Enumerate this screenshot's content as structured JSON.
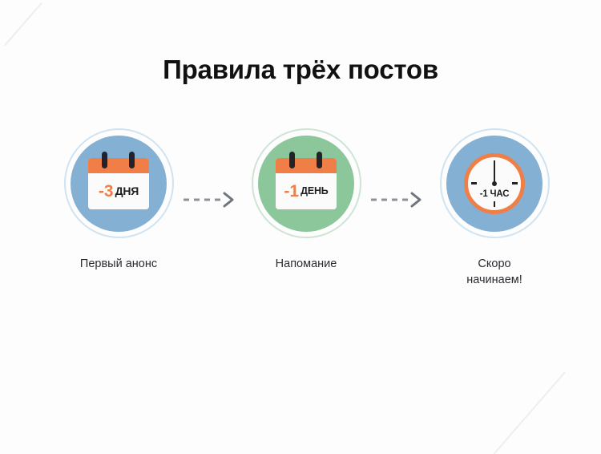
{
  "page": {
    "title": "Правила трёх постов",
    "background_color": "#fdfdfe"
  },
  "colors": {
    "accent_orange": "#ef7f47",
    "blue_disc": "#84b0d4",
    "blue_ring": "#cfe3f0",
    "green_disc": "#8cc69b",
    "green_ring": "#cfe4d4",
    "text_dark": "#1d1d22",
    "arrow_gray": "#8b9199"
  },
  "steps": [
    {
      "id": "first-announcement",
      "icon": "calendar-icon",
      "circle_color": "#84b0d4",
      "ring_color": "#cfe3f0",
      "badge_number": "-3",
      "badge_unit": "ДНЯ",
      "caption_lines": [
        "Первый анонс"
      ]
    },
    {
      "id": "reminder",
      "icon": "calendar-icon",
      "circle_color": "#8cc69b",
      "ring_color": "#cfe4d4",
      "badge_number": "-1",
      "badge_unit": "ДЕНЬ",
      "caption_lines": [
        "Напомание"
      ]
    },
    {
      "id": "starting-soon",
      "icon": "clock-icon",
      "circle_color": "#84b0d4",
      "ring_color": "#cfe3f0",
      "badge_label": "-1 ЧАС",
      "caption_lines": [
        "Скоро",
        "начинаем!"
      ]
    }
  ],
  "arrows": [
    {
      "id": "arrow-step1-to-step2",
      "style": "dashed-right"
    },
    {
      "id": "arrow-step2-to-step3",
      "style": "dashed-right"
    }
  ]
}
